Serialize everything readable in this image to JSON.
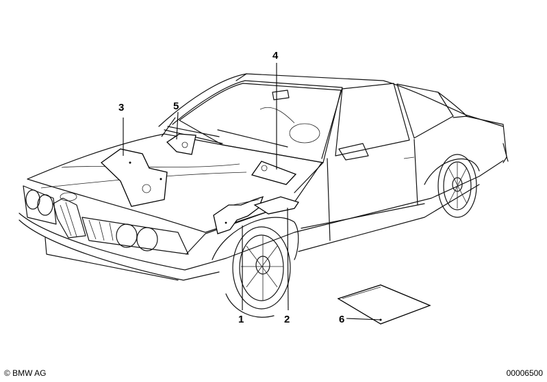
{
  "diagram": {
    "callouts": [
      {
        "id": "1",
        "label": "1"
      },
      {
        "id": "2",
        "label": "2"
      },
      {
        "id": "3",
        "label": "3"
      },
      {
        "id": "4",
        "label": "4"
      },
      {
        "id": "5",
        "label": "5"
      },
      {
        "id": "6",
        "label": "6"
      }
    ]
  },
  "footer": {
    "copyright": "© BMW AG",
    "drawing_number": "00006500"
  }
}
